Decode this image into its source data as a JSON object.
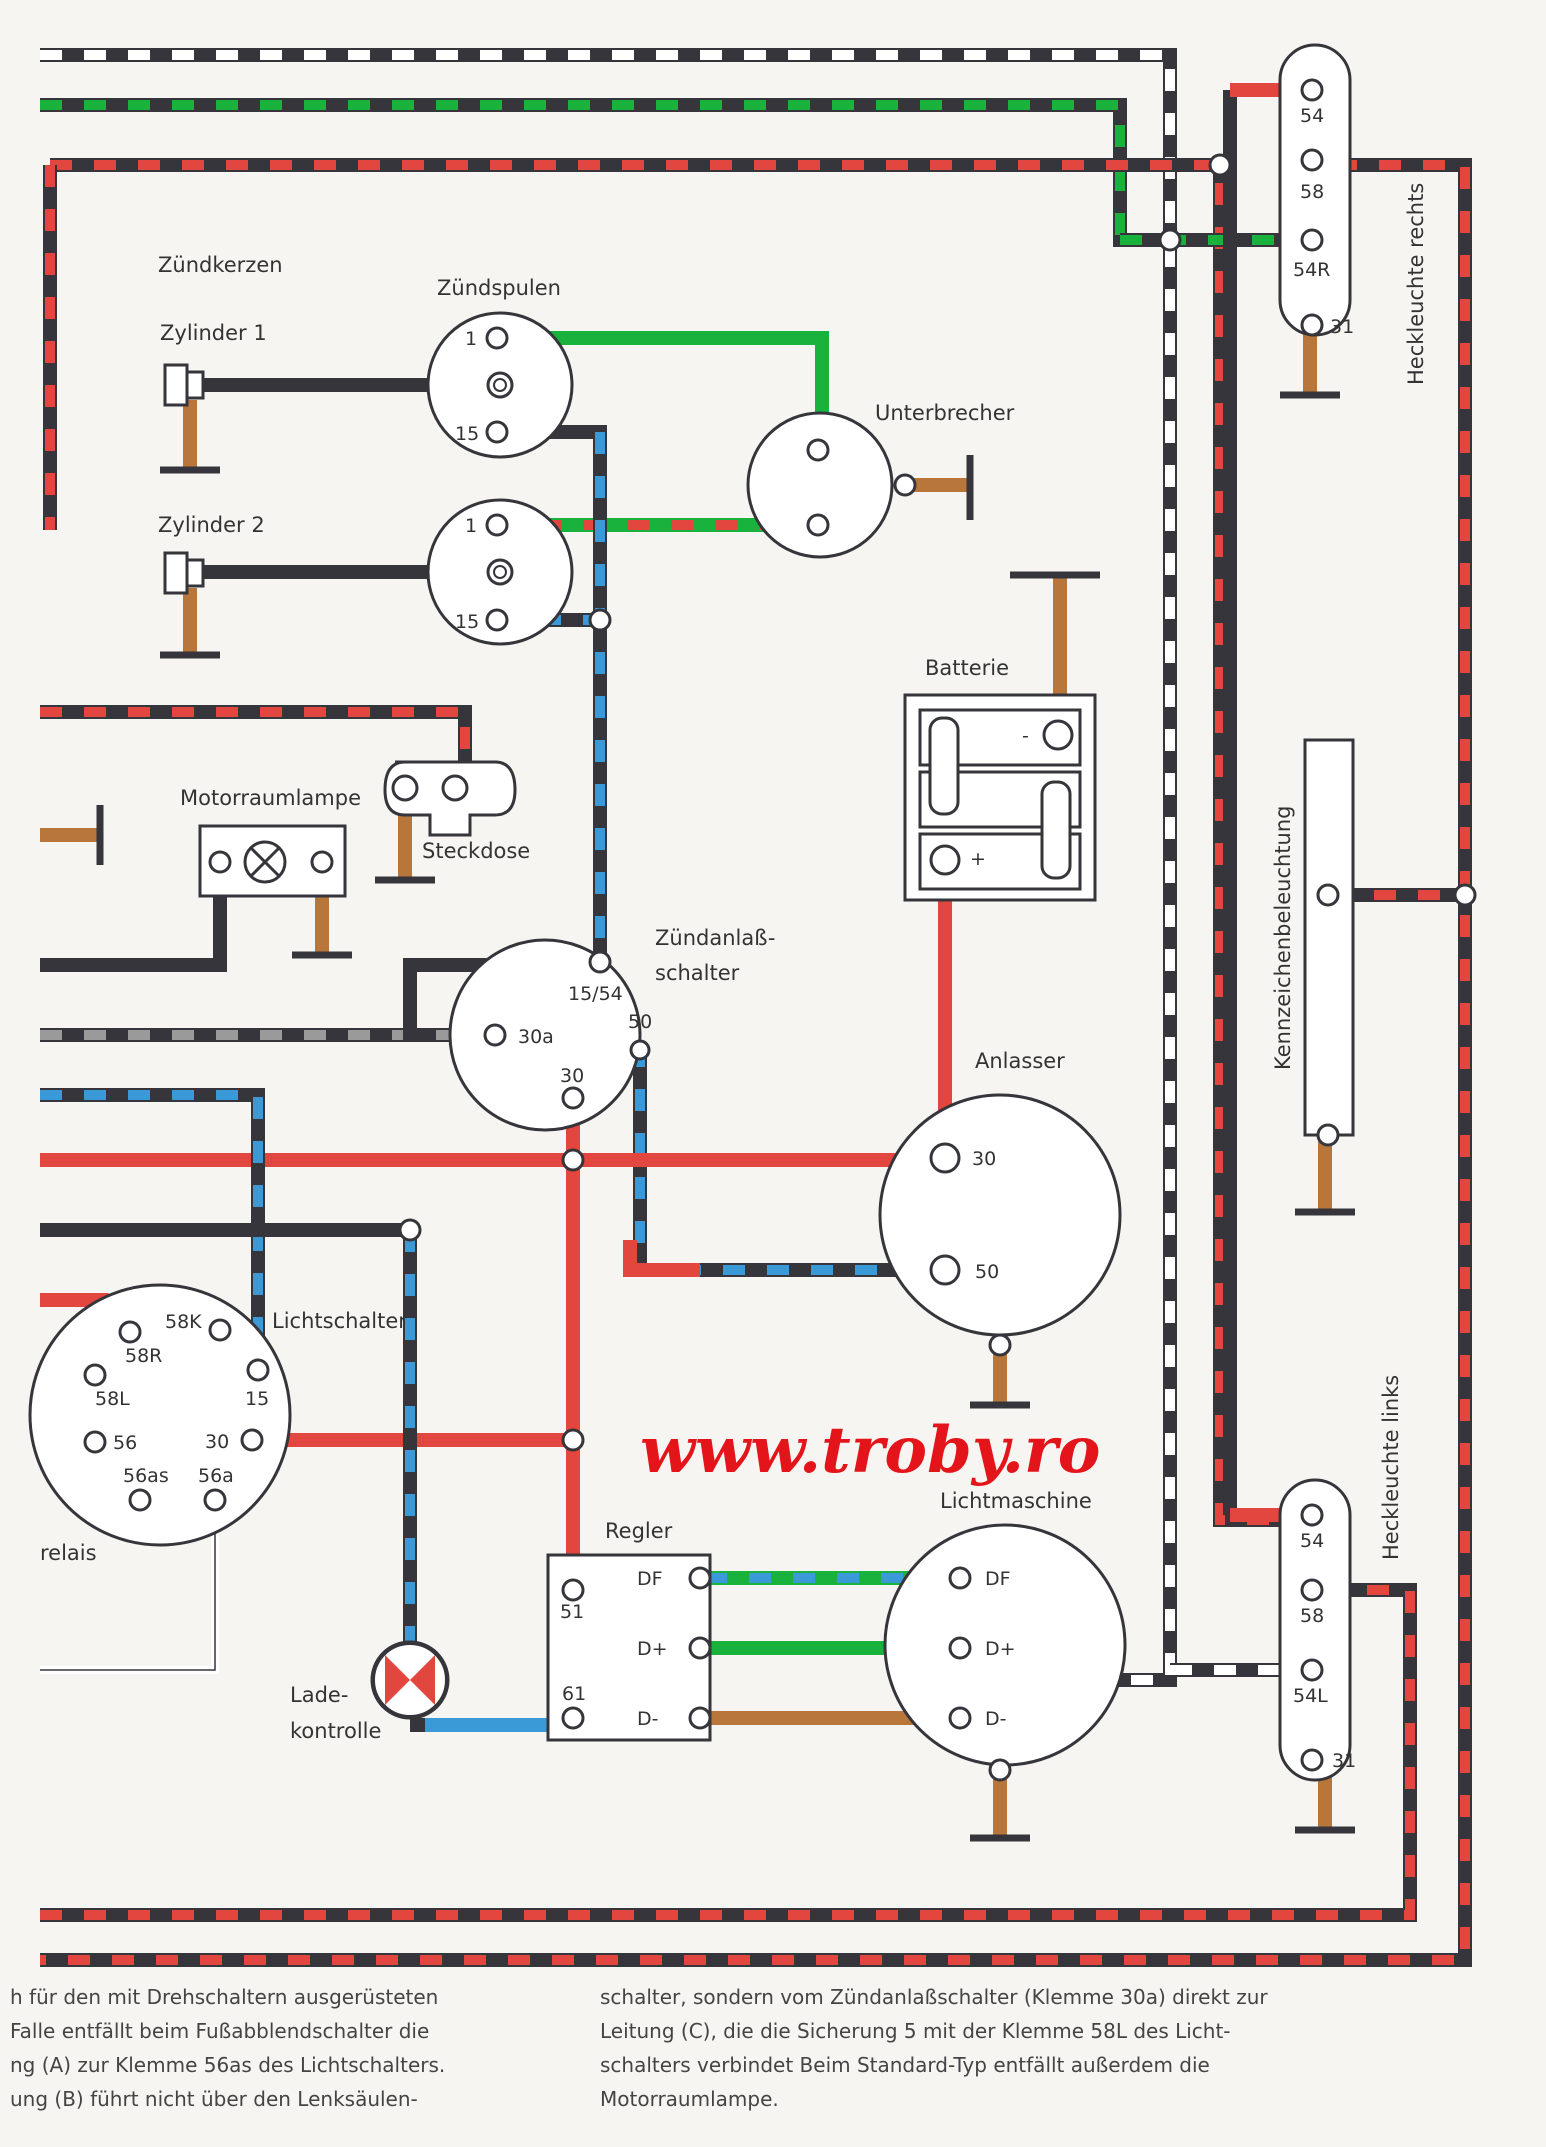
{
  "labels": {
    "zuendkerzen": "Zündkerzen",
    "zylinder1": "Zylinder 1",
    "zylinder2": "Zylinder 2",
    "zuendspulen": "Zündspulen",
    "unterbrecher": "Unterbrecher",
    "batterie": "Batterie",
    "motorraumlampe": "Motorraumlampe",
    "steckdose": "Steckdose",
    "zuendanlass1": "Zündanlaß-",
    "zuendanlass2": "schalter",
    "anlasser": "Anlasser",
    "lichtschalter": "Lichtschalter",
    "relais": "relais",
    "regler": "Regler",
    "lichtmaschine": "Lichtmaschine",
    "lade1": "Lade-",
    "lade2": "kontrolle",
    "heck_rechts": "Heckleuchte rechts",
    "heck_links": "Heckleuchte links",
    "kennzeichen": "Kennzeichenbeleuchtung"
  },
  "terminals": {
    "coil_1a": "1",
    "coil_15a": "15",
    "coil_1b": "1",
    "coil_15b": "15",
    "bat_minus": "-",
    "bat_plus": "+",
    "sw_1554": "15/54",
    "sw_30a": "30a",
    "sw_50": "50",
    "sw_30": "30",
    "st_30": "30",
    "st_50": "50",
    "ls_58K": "58K",
    "ls_58R": "58R",
    "ls_58L": "58L",
    "ls_15": "15",
    "ls_56": "56",
    "ls_30": "30",
    "ls_56as": "56as",
    "ls_56a": "56a",
    "reg_DF": "DF",
    "reg_Dp": "D+",
    "reg_Dm": "D-",
    "reg_51": "51",
    "reg_61": "61",
    "gen_DF": "DF",
    "gen_Dp": "D+",
    "gen_Dm": "D-",
    "hr_54": "54",
    "hr_58": "58",
    "hr_54R": "54R",
    "hr_31": "31",
    "hl_54": "54",
    "hl_58": "58",
    "hl_54L": "54L",
    "hl_31": "31"
  },
  "watermark": "www.troby.ro",
  "caption": {
    "left": [
      "h für den mit Drehschaltern ausgerüsteten",
      "Falle entfällt beim Fußabblendschalter die",
      "ng (A) zur Klemme 56as des Lichtschalters.",
      "ung (B) führt nicht über den Lenksäulen-"
    ],
    "right": [
      "schalter, sondern vom Zündanlaßschalter (Klemme 30a) direkt zur",
      "Leitung (C), die die Sicherung 5 mit der Klemme 58L des Licht-",
      "schalters verbindet Beim Standard-Typ entfällt außerdem die",
      "Motorraumlampe."
    ]
  },
  "colors": {
    "black": "#35353b",
    "red": "#e3453f",
    "green": "#18b23c",
    "blue": "#3a9ad8",
    "brown": "#b8763b",
    "white": "#ffffff",
    "grey": "#9a9a9a"
  }
}
